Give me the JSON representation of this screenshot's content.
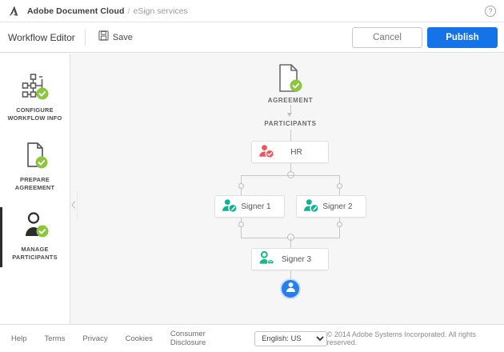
{
  "brandbar": {
    "logo_icon": "adobe-logo-icon",
    "title": "Adobe Document Cloud",
    "separator": "/",
    "subtitle": "eSign services",
    "help_icon_label": "?"
  },
  "toolbar": {
    "workflow_title": "Workflow Editor",
    "save_icon": "floppy-disk-icon",
    "save_label": "Save",
    "cancel_label": "Cancel",
    "publish_label": "Publish",
    "publish_color": "#1473e6"
  },
  "sidebar": {
    "items": [
      {
        "label": "CONFIGURE\nWORKFLOW INFO",
        "icon": "workflow-tree-icon",
        "active": false,
        "complete": true
      },
      {
        "label": "PREPARE\nAGREEMENT",
        "icon": "document-icon",
        "active": false,
        "complete": true
      },
      {
        "label": "MANAGE\nPARTICIPANTS",
        "icon": "person-icon",
        "active": true,
        "complete": true
      }
    ],
    "check_color": "#8cc63e"
  },
  "canvas": {
    "collapse_handle_icon": "chevron-left-icon",
    "agreement_icon": "document-check-icon",
    "agreement_label": "AGREEMENT",
    "participants_label": "PARTICIPANTS",
    "nodes": [
      {
        "id": "hr",
        "label": "HR",
        "role_icon": "person-approve-icon",
        "role_color": "#f2535b"
      },
      {
        "id": "signer1",
        "label": "Signer 1",
        "role_icon": "person-sign-icon",
        "role_color": "#10b295"
      },
      {
        "id": "signer2",
        "label": "Signer 2",
        "role_icon": "person-sign-icon",
        "role_color": "#10b295"
      },
      {
        "id": "signer3",
        "label": "Signer 3",
        "role_icon": "person-mail-icon",
        "role_color": "#12b886"
      }
    ],
    "add_recipient_icon": "recipient-avatar-icon",
    "add_recipient_color": "#2680eb"
  },
  "footer": {
    "links": [
      "Help",
      "Terms",
      "Privacy",
      "Cookies",
      "Consumer Disclosure"
    ],
    "language_selected": "English: US",
    "language_options": [
      "English: US"
    ],
    "copyright": "© 2014 Adobe Systems Incorporated. All rights reserved."
  }
}
